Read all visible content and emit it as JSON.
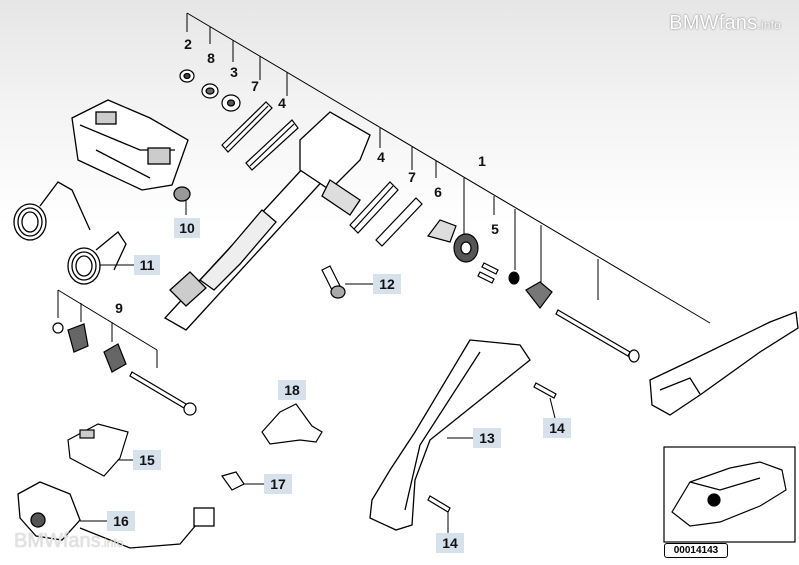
{
  "watermark": {
    "top_brand": "BMWfans",
    "top_suffix": ".info",
    "bottom_brand": "BMWfans",
    "bottom_suffix": ".info"
  },
  "callouts": {
    "c1": "1",
    "c2": "2",
    "c3": "3",
    "c4a": "4",
    "c4b": "4",
    "c5": "5",
    "c6": "6",
    "c7a": "7",
    "c7b": "7",
    "c8": "8",
    "c9": "9",
    "c10": "10",
    "c11": "11",
    "c12": "12",
    "c13": "13",
    "c14a": "14",
    "c14b": "14",
    "c15": "15",
    "c16": "16",
    "c17": "17",
    "c18": "18"
  },
  "inset": {
    "code": "00014143"
  },
  "colors": {
    "callout_bg": "#d7e1ec",
    "line": "#000000"
  }
}
